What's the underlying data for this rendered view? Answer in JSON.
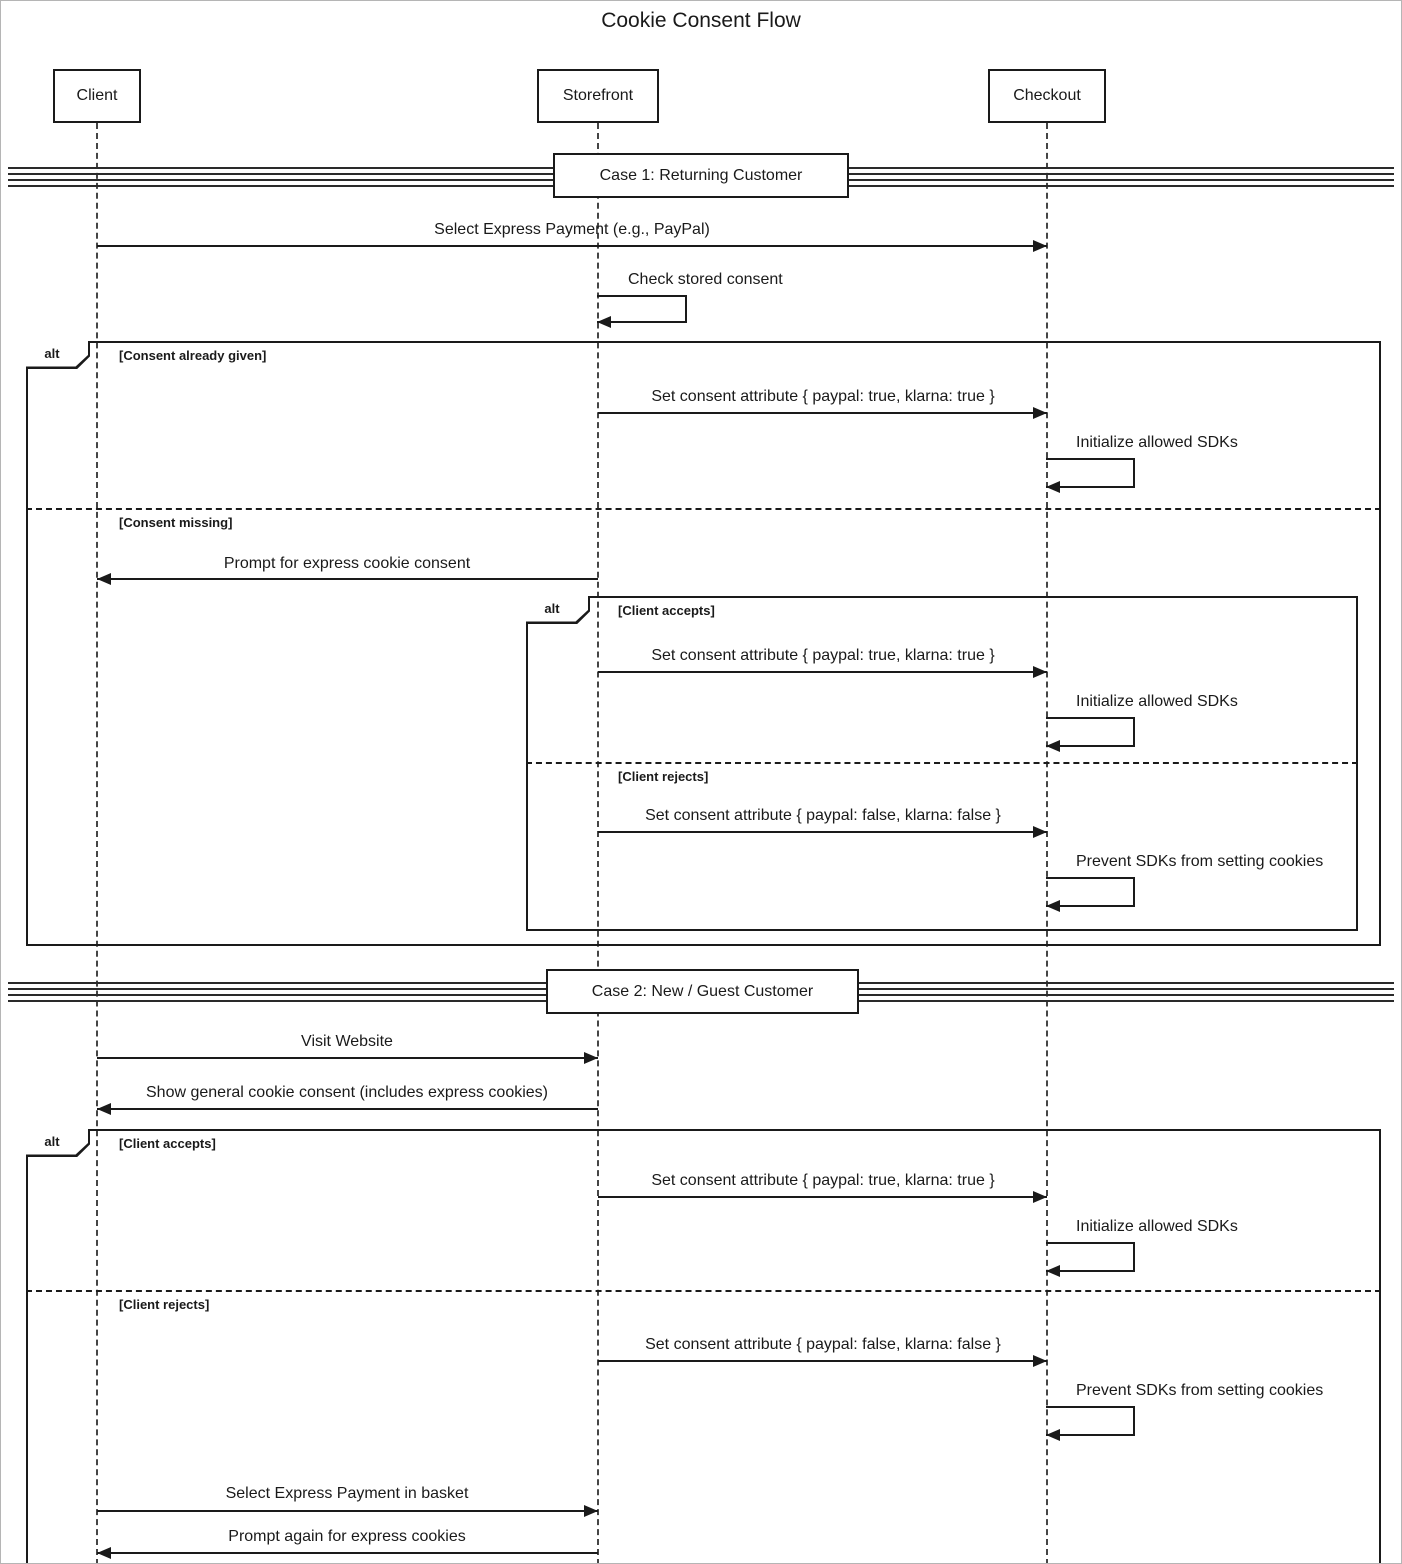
{
  "title": "Cookie Consent Flow",
  "participants": [
    "Client",
    "Storefront",
    "Checkout"
  ],
  "keywords": {
    "alt": "alt"
  },
  "colors": {
    "line": "#1a1a1a",
    "background": "#ffffff"
  },
  "case1": {
    "divider": "Case 1: Returning Customer",
    "select_express": "Select Express Payment (e.g., PayPal)",
    "check_consent": "Check stored consent",
    "cond_given": "[Consent already given]",
    "set_true": "Set consent attribute { paypal: true, klarna: true }",
    "init_sdks": "Initialize allowed SDKs",
    "cond_missing": "[Consent missing]",
    "prompt_consent": "Prompt for express cookie consent",
    "inner": {
      "cond_accepts": "[Client accepts]",
      "set_true": "Set consent attribute { paypal: true, klarna: true }",
      "init_sdks": "Initialize allowed SDKs",
      "cond_rejects": "[Client rejects]",
      "set_false": "Set consent attribute { paypal: false, klarna: false }",
      "prevent_sdks": "Prevent SDKs from setting cookies"
    }
  },
  "case2": {
    "divider": "Case 2: New / Guest Customer",
    "visit": "Visit Website",
    "show_consent": "Show general cookie consent (includes express cookies)",
    "cond_accepts": "[Client accepts]",
    "set_true": "Set consent attribute { paypal: true, klarna: true }",
    "init_sdks": "Initialize allowed SDKs",
    "cond_rejects": "[Client rejects]",
    "set_false": "Set consent attribute { paypal: false, klarna: false }",
    "prevent_sdks": "Prevent SDKs from setting cookies",
    "select_basket": "Select Express Payment in basket",
    "prompt_again": "Prompt again for express cookies"
  }
}
